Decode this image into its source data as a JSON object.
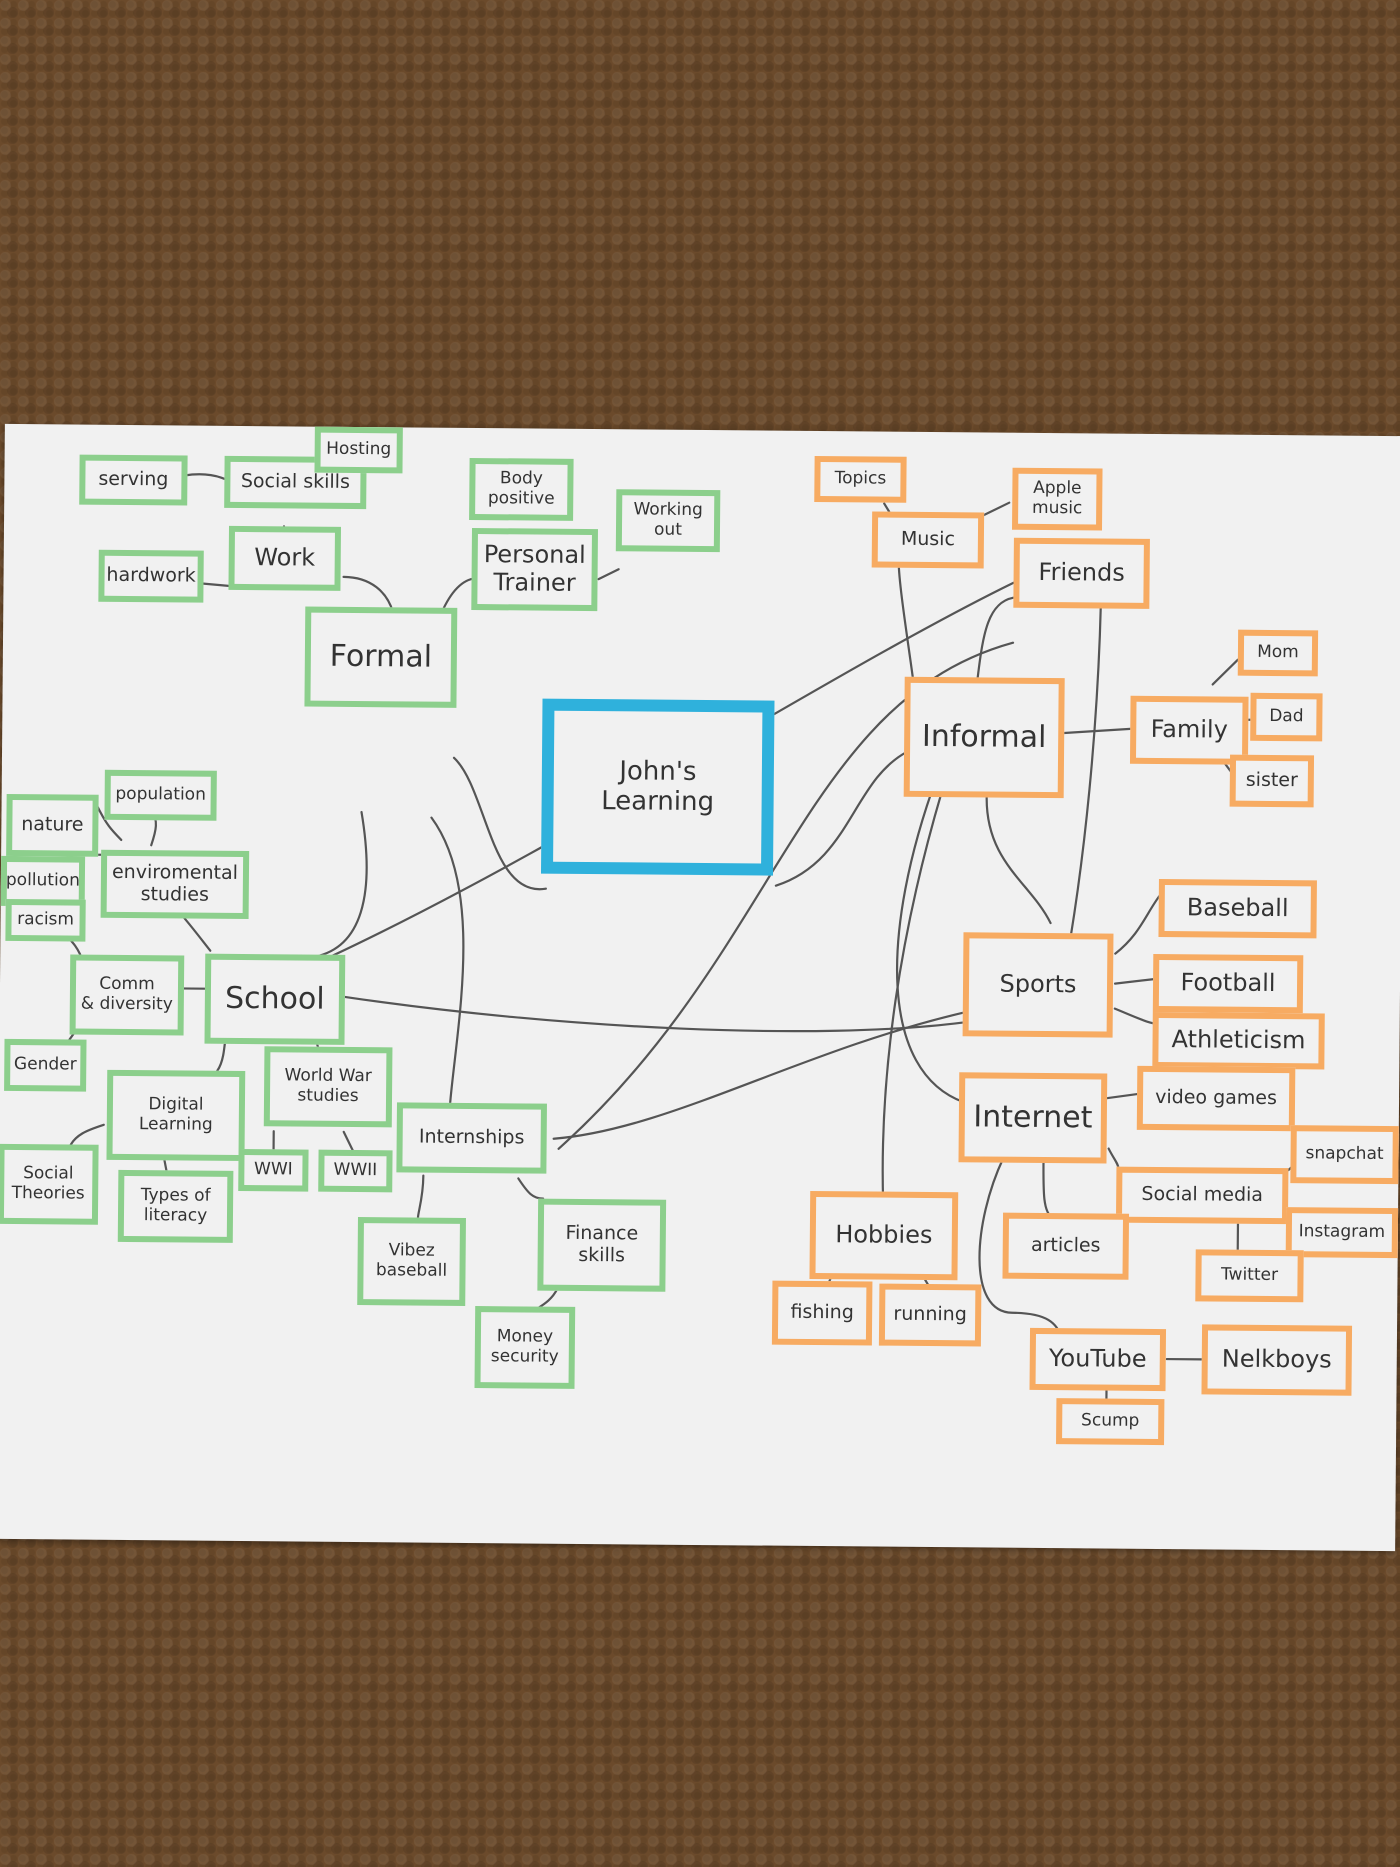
{
  "mindmap": {
    "center": "John's\nLearning",
    "formal": "Formal",
    "informal": "Informal",
    "formal_branch": {
      "work": "Work",
      "social_skills": "Social skills",
      "serving": "serving",
      "hosting": "Hosting",
      "hardwork": "hardwork",
      "personal_trainer": "Personal\nTrainer",
      "body_positive": "Body\npositive",
      "working_out": "Working\nout",
      "school": "School",
      "enviromental_studies": "enviromental\nstudies",
      "nature": "nature",
      "population": "population",
      "pollution": "pollution",
      "comm_diversity": "Comm\n& diversity",
      "racism": "racism",
      "gender": "Gender",
      "digital_learning": "Digital\nLearning",
      "social_theories": "Social\nTheories",
      "types_of_literacy": "Types of\nliteracy",
      "world_war_studies": "World War\nstudies",
      "wwi": "WWI",
      "wwii": "WWII",
      "internships": "Internships",
      "vibez_baseball": "Vibez\nbaseball",
      "finance_skills": "Finance\nskills",
      "money_security": "Money\nsecurity"
    },
    "informal_branch": {
      "music": "Music",
      "topics": "Topics",
      "apple_music": "Apple\nmusic",
      "friends": "Friends",
      "family": "Family",
      "mom": "Mom",
      "dad": "Dad",
      "sister": "sister",
      "sports": "Sports",
      "baseball": "Baseball",
      "football": "Football",
      "athleticism": "Athleticism",
      "internet": "Internet",
      "video_games": "video games",
      "social_media": "Social media",
      "snapchat": "snapchat",
      "instagram": "Instagram",
      "twitter": "Twitter",
      "articles": "articles",
      "youtube": "YouTube",
      "nelkboys": "Nelkboys",
      "scump": "Scump",
      "hobbies": "Hobbies",
      "fishing": "fishing",
      "running": "running"
    },
    "colors": {
      "center_border": "#2fb1dc",
      "formal_border": "#8ccf8c",
      "informal_border": "#f7ab62",
      "connector": "#555555",
      "paper": "#f1f1f1",
      "background": "#6b4a2b"
    }
  }
}
